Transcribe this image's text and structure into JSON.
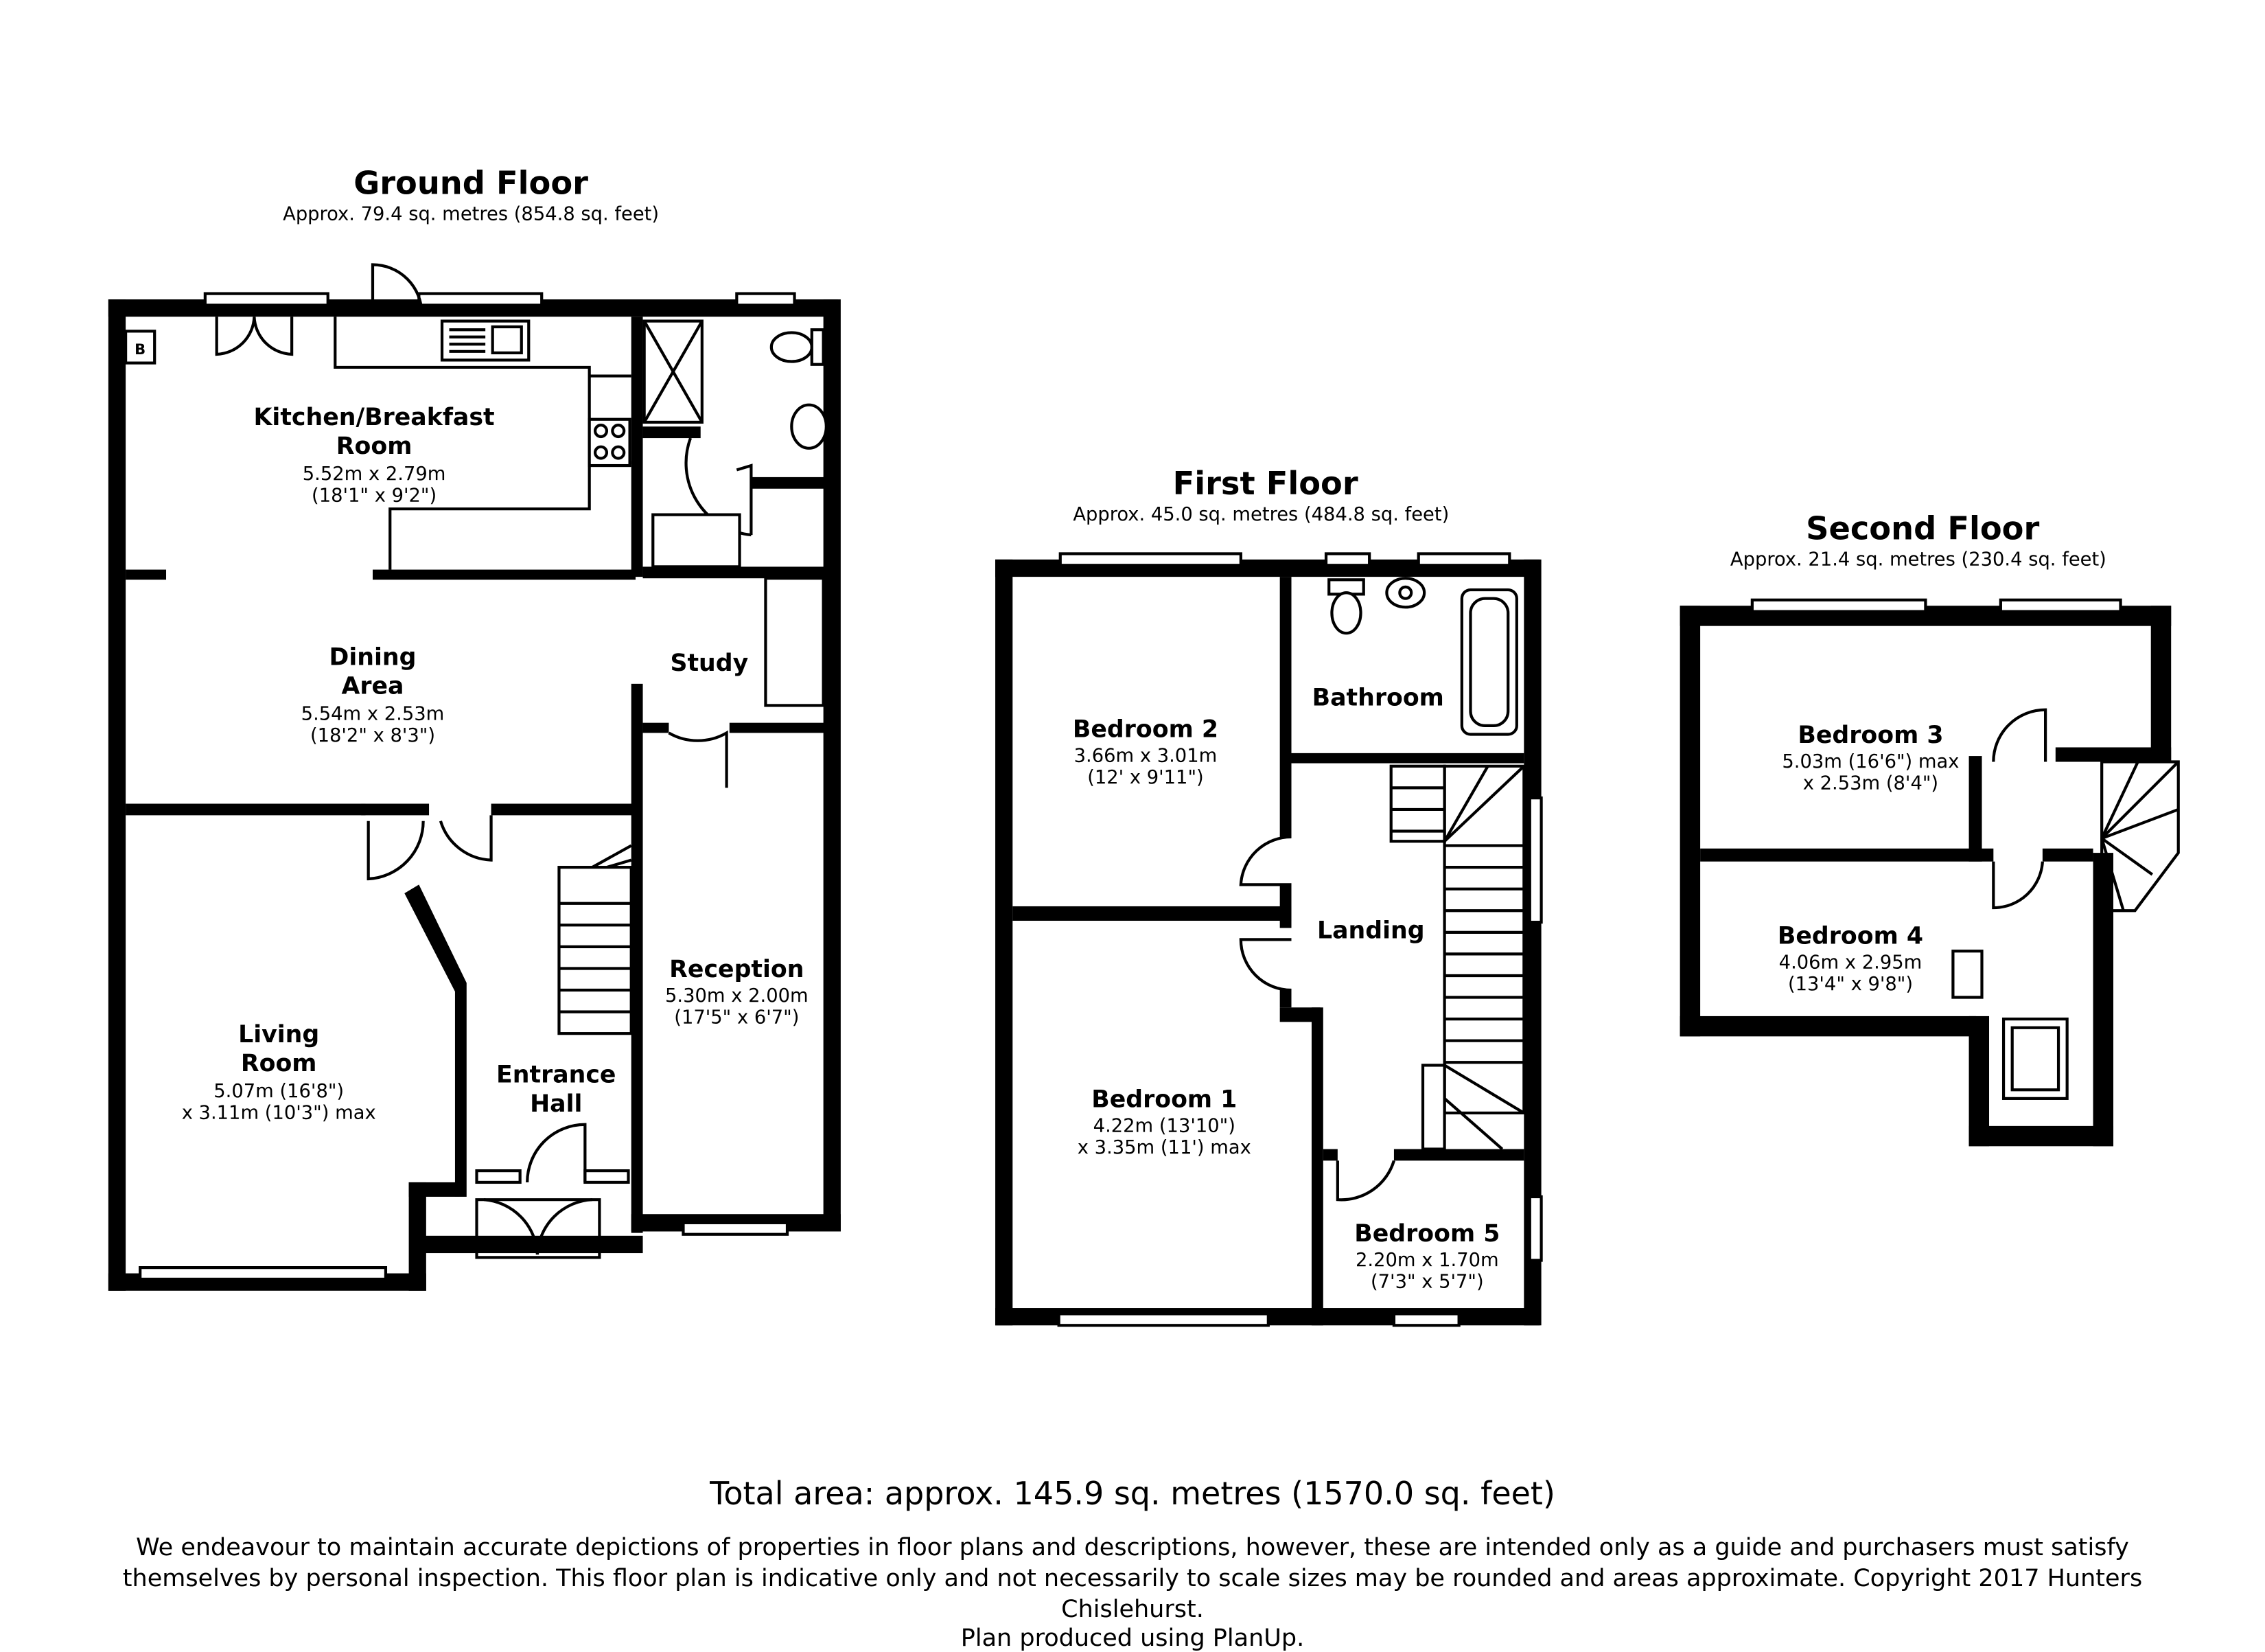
{
  "floors": {
    "ground": {
      "title": "Ground Floor",
      "area": "Approx. 79.4 sq. metres (854.8 sq. feet)",
      "rooms": {
        "kitchen": {
          "name1": "Kitchen/Breakfast",
          "name2": "Room",
          "dim1": "5.52m x 2.79m",
          "dim2": "(18'1\" x 9'2\")"
        },
        "dining": {
          "name1": "Dining",
          "name2": "Area",
          "dim1": "5.54m x 2.53m",
          "dim2": "(18'2\" x 8'3\")"
        },
        "study": {
          "name1": "Study"
        },
        "living": {
          "name1": "Living",
          "name2": "Room",
          "dim1": "5.07m (16'8\")",
          "dim2": "x 3.11m (10'3\") max"
        },
        "entrance": {
          "name1": "Entrance",
          "name2": "Hall"
        },
        "reception": {
          "name1": "Reception",
          "dim1": "5.30m x 2.00m",
          "dim2": "(17'5\" x 6'7\")"
        }
      },
      "boiler_label": "B"
    },
    "first": {
      "title": "First Floor",
      "area": "Approx. 45.0 sq. metres (484.8 sq. feet)",
      "rooms": {
        "bedroom2": {
          "name1": "Bedroom 2",
          "dim1": "3.66m x 3.01m",
          "dim2": "(12' x 9'11\")"
        },
        "bathroom": {
          "name1": "Bathroom"
        },
        "landing": {
          "name1": "Landing"
        },
        "bedroom1": {
          "name1": "Bedroom 1",
          "dim1": "4.22m (13'10\")",
          "dim2": "x 3.35m (11') max"
        },
        "bedroom5": {
          "name1": "Bedroom 5",
          "dim1": "2.20m x 1.70m",
          "dim2": "(7'3\" x 5'7\")"
        }
      }
    },
    "second": {
      "title": "Second Floor",
      "area": "Approx. 21.4 sq. metres (230.4 sq. feet)",
      "rooms": {
        "bedroom3": {
          "name1": "Bedroom 3",
          "dim1": "5.03m (16'6\") max",
          "dim2": "x 2.53m (8'4\")"
        },
        "bedroom4": {
          "name1": "Bedroom 4",
          "dim1": "4.06m x 2.95m",
          "dim2": "(13'4\" x 9'8\")"
        }
      }
    }
  },
  "footer": {
    "total": "Total area: approx. 145.9 sq. metres (1570.0 sq. feet)",
    "disclaimer": "We endeavour to maintain accurate depictions of properties in floor plans and descriptions, however, these are intended only as a guide and purchasers must satisfy themselves by personal inspection. This floor plan is indicative only and not necessarily to scale sizes may be rounded and areas approximate. Copyright 2017 Hunters Chislehurst.",
    "credit": "Plan produced using PlanUp."
  }
}
